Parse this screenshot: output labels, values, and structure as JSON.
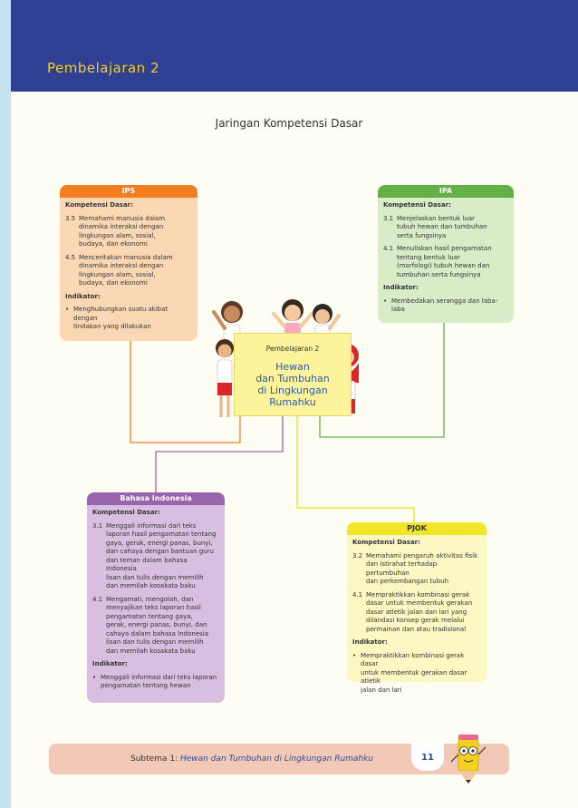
{
  "header": {
    "title": "Pembelajaran  2"
  },
  "main_title": "Jaringan Kompetensi Dasar",
  "center": {
    "sub": "Pembelajaran 2",
    "title": "Hewan\ndan Tumbuhan\ndi Lingkungan\nRumahku"
  },
  "ips": {
    "head": "IPS",
    "kd_label": "Kompetensi Dasar:",
    "items": [
      {
        "num": "3.5",
        "text": "Memahami manusia dalam\ndinamika interaksi dengan\nlingkungan alam, sosial,\nbudaya, dan ekonomi"
      },
      {
        "num": "4.5",
        "text": "Menceritakan manusia dalam\ndinamika interaksi dengan\nlingkungan alam, sosial,\nbudaya, dan ekonomi"
      }
    ],
    "ind_label": "Indikator:",
    "indicators": [
      "Menghubungkan suatu akibat dengan\ntindakan yang dilakukan"
    ]
  },
  "ipa": {
    "head": "IPA",
    "kd_label": "Kompetensi Dasar:",
    "items": [
      {
        "num": "3.1",
        "text": "Menjelaskan bentuk luar\ntubuh hewan dan tumbuhan\nserta fungsinya"
      },
      {
        "num": "4.1",
        "text": "Menuliskan hasil pengamatan\ntentang bentuk luar\n(morfologi) tubuh hewan dan\ntumbuhan serta fungsinya"
      }
    ],
    "ind_label": "Indikator:",
    "indicators": [
      "Membedakan  serangga dan laba-laba"
    ]
  },
  "bi": {
    "head": "Bahasa Indonesia",
    "kd_label": "Kompetensi Dasar:",
    "items": [
      {
        "num": "3.1",
        "text": "Menggali informasi dari teks\nlaporan hasil pengamatan tentang\ngaya, gerak, energi panas, bunyi,\ndan cahaya dengan bantuan guru\ndan teman dalam bahasa Indonesia\nlisan dan tulis dengan memilih\ndan memilah kosakata baku"
      },
      {
        "num": "4.1",
        "text": "Mengamati, mengolah, dan\nmenyajikan teks laporan hasil\npengamatan tentang gaya,\ngerak, energi panas, bunyi, dan\ncahaya dalam bahasa Indonesia\nlisan dan tulis dengan memilih\ndan memilah kosakata baku"
      }
    ],
    "ind_label": "Indikator:",
    "indicators": [
      "Menggali informasi dari teks laporan\npengamatan tentang hewan"
    ]
  },
  "pjok": {
    "head": "PJOK",
    "kd_label": "Kompetensi Dasar:",
    "items": [
      {
        "num": "3.2",
        "text": "Memahami pengaruh aktivitas fisik\ndan istirahat terhadap pertumbuhan\ndan perkembangan tubuh"
      },
      {
        "num": "4.1",
        "text": "Mempraktikkan kombinasi gerak\ndasar untuk membentuk gerakan\ndasar atletik jalan  dan lari  yang\ndilandasi konsep gerak melalui\npermainan dan atau tradisional"
      }
    ],
    "ind_label": "Indikator:",
    "indicators": [
      "Mempraktikkan kombinasi gerak dasar\nuntuk membentuk gerakan dasar atletik\njalan dan lari"
    ]
  },
  "footer": {
    "subtema": "Subtema 1: ",
    "title": "Hewan dan Tumbuhan di Lingkungan Rumahku",
    "page": "11"
  },
  "colors": {
    "header": "#2f3f92",
    "ips": "#f57c1f",
    "ipa": "#63b046",
    "bi": "#9a64ac",
    "pjok": "#f1e62a"
  }
}
